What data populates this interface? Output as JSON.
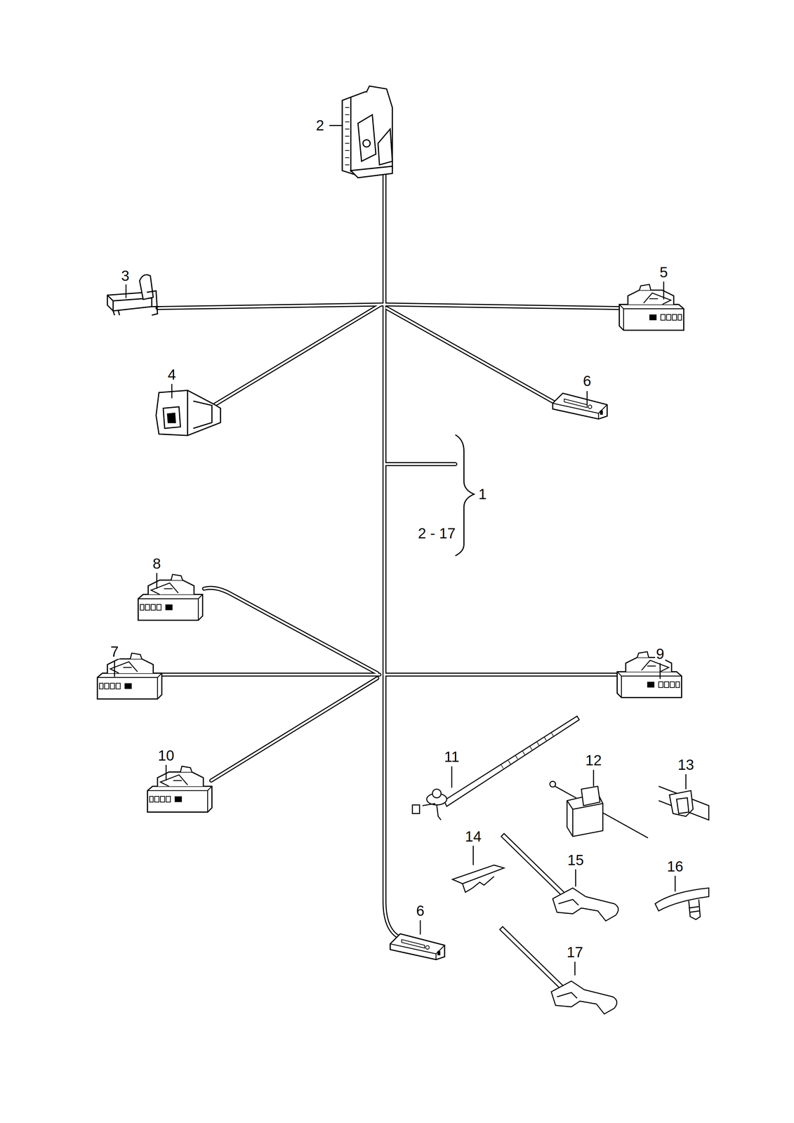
{
  "diagram": {
    "labels": [
      "2",
      "3",
      "5",
      "4",
      "6",
      "1",
      "2 - 17",
      "8",
      "7",
      "9",
      "10",
      "11",
      "12",
      "13",
      "14",
      "15",
      "16",
      "6",
      "17"
    ]
  }
}
